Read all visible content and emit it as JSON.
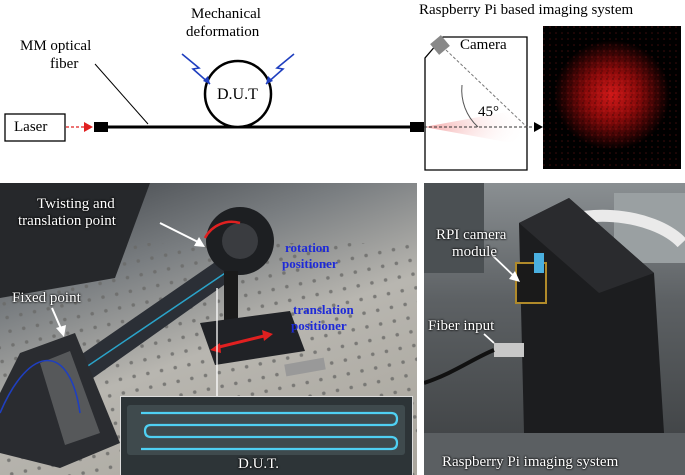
{
  "schematic": {
    "title": "Raspberry Pi based imaging system",
    "mm_fiber_label_line1": "MM optical",
    "mm_fiber_label_line2": "fiber",
    "mechanical_label_line1": "Mechanical",
    "mechanical_label_line2": "deformation",
    "dut_label": "D.U.T",
    "laser_label": "Laser",
    "camera_label": "Camera",
    "angle_label": "45°"
  },
  "left_photo": {
    "twisting_line1": "Twisting and",
    "twisting_line2": "translation point",
    "rotation_line1": "rotation",
    "rotation_line2": "positioner",
    "translation_line1": "translation",
    "translation_line2": "positioner",
    "fixed_point": "Fixed point",
    "inset_label": "D.U.T."
  },
  "right_photo": {
    "rpi_line1": "RPI camera",
    "rpi_line2": "module",
    "fiber_input": "Fiber input",
    "caption": "Raspberry Pi imaging system"
  },
  "colors": {
    "arrow_red": "#e02020",
    "deform_blue": "#1f3fbf",
    "label_blue": "#1e2ad8",
    "speckle_red": "#c01010"
  }
}
